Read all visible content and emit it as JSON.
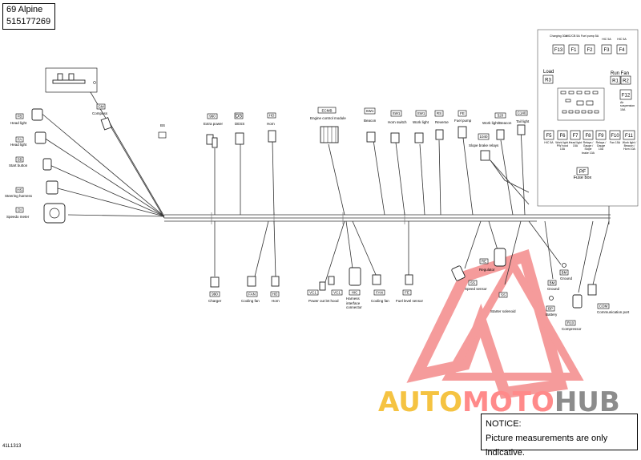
{
  "title": {
    "model": "69 Alpine",
    "part_number": "515177269"
  },
  "doc_number": "41L1313",
  "notice": {
    "heading": "NOTICE:",
    "text": "Picture measurements are only indicative."
  },
  "watermark": {
    "brand_a": "AUTO",
    "brand_b": "MOTO",
    "brand_c": "HUB",
    "color_a": "#f5c342",
    "color_b": "#ff8080",
    "color_c": "#8c8c8c"
  },
  "components": {
    "compass": {
      "code": "GM",
      "label": "Compass"
    },
    "bs": {
      "code": "BS"
    },
    "head_light_1": {
      "code": "FB",
      "label": "Head light"
    },
    "head_light_2": {
      "code": "FA",
      "label": "Head light"
    },
    "start_button": {
      "code": "SB",
      "label": "Start button"
    },
    "steering_harness": {
      "code": "HS",
      "label": "Steering harness"
    },
    "speedo_meter": {
      "code": "DI",
      "label": "Speedo meter"
    },
    "extra_power": {
      "code": "960",
      "label": "Extra power"
    },
    "dess": {
      "code": "DS",
      "label": "DESS"
    },
    "horn_top": {
      "code": "HO",
      "label": "Horn"
    },
    "ecm": {
      "code": "ECMB",
      "label": "Engine control module"
    },
    "beacon": {
      "code": "SW1",
      "label": "Beacon"
    },
    "horn_switch": {
      "code": "SW1",
      "label": "Horn switch"
    },
    "work_light": {
      "code": "SW1",
      "label": "Work light"
    },
    "reverse": {
      "code": "RS",
      "label": "Reverse"
    },
    "fuel_pump": {
      "code": "FE",
      "label": "Fuel pump"
    },
    "work_light_beacon": {
      "code": "520",
      "label": "Work light/Beacon"
    },
    "tail_light": {
      "code": "C140",
      "label": "Tail light"
    },
    "slope_brake": {
      "code": "1040",
      "label": "Slope brake relays"
    },
    "charger": {
      "code": "990",
      "label": "Charger"
    },
    "cooling_fan_1": {
      "code": "FAN",
      "label": "Cooling fan"
    },
    "horn_bottom": {
      "code": "HO",
      "label": "Horn"
    },
    "power_outlet": {
      "code_a": "VC1",
      "code_b": "VC1",
      "label": "Power out let hood"
    },
    "harness_interface": {
      "code": "HIC",
      "label": "Harness interface connector"
    },
    "cooling_fan_2": {
      "code": "FAN",
      "label": "Cooling fan"
    },
    "fuel_level": {
      "code": "FE",
      "label": "Fuel level sensor"
    },
    "speed_sensor": {
      "code": "SS",
      "label": "Speed sensor"
    },
    "regulator": {
      "code": "RE",
      "label": "Regulator"
    },
    "starter_solenoid": {
      "code": "SS",
      "label": "Starter solenoid"
    },
    "ground_1": {
      "code": "BM",
      "label": "Ground"
    },
    "ground_2": {
      "code": "BM",
      "label": "Ground"
    },
    "battery": {
      "code": "BP",
      "label": "Battery"
    },
    "compressor": {
      "code": "R10",
      "label": "Compressor"
    },
    "comm_port": {
      "code": "COM",
      "label": "Communication port"
    }
  },
  "fuse_box": {
    "code": "PF",
    "label": "Fuse box",
    "top_fuses": [
      {
        "code": "F13",
        "desc": "Charging 30A"
      },
      {
        "code": "F1",
        "desc": "HIC/CB 5A"
      },
      {
        "code": "F2",
        "desc": "Fuel pump 5A"
      },
      {
        "code": "F3",
        "desc": "HIC 5A"
      },
      {
        "code": "F4",
        "desc": "HIC 5A"
      }
    ],
    "relays": {
      "load_label": "Load",
      "load_code": "R3",
      "run_fan_label": "Run Fan",
      "run_code": "R1",
      "fan_code": "R2"
    },
    "f12": {
      "code": "F12",
      "desc": "Air suspension 15A"
    },
    "bottom_fuses": [
      {
        "code": "F5",
        "desc": "HIC 5A"
      },
      {
        "code": "F6",
        "desc": "Work light / PW hood 10A"
      },
      {
        "code": "F7",
        "desc": "Head light 15A"
      },
      {
        "code": "F8",
        "desc": "Relays / Gauge / Slope brake 10A"
      },
      {
        "code": "F9",
        "desc": "Relays / Gauge 10A"
      },
      {
        "code": "F10",
        "desc": "Fan 15A"
      },
      {
        "code": "F11",
        "desc": "Work light / Beacon / Horn 10A"
      }
    ]
  }
}
